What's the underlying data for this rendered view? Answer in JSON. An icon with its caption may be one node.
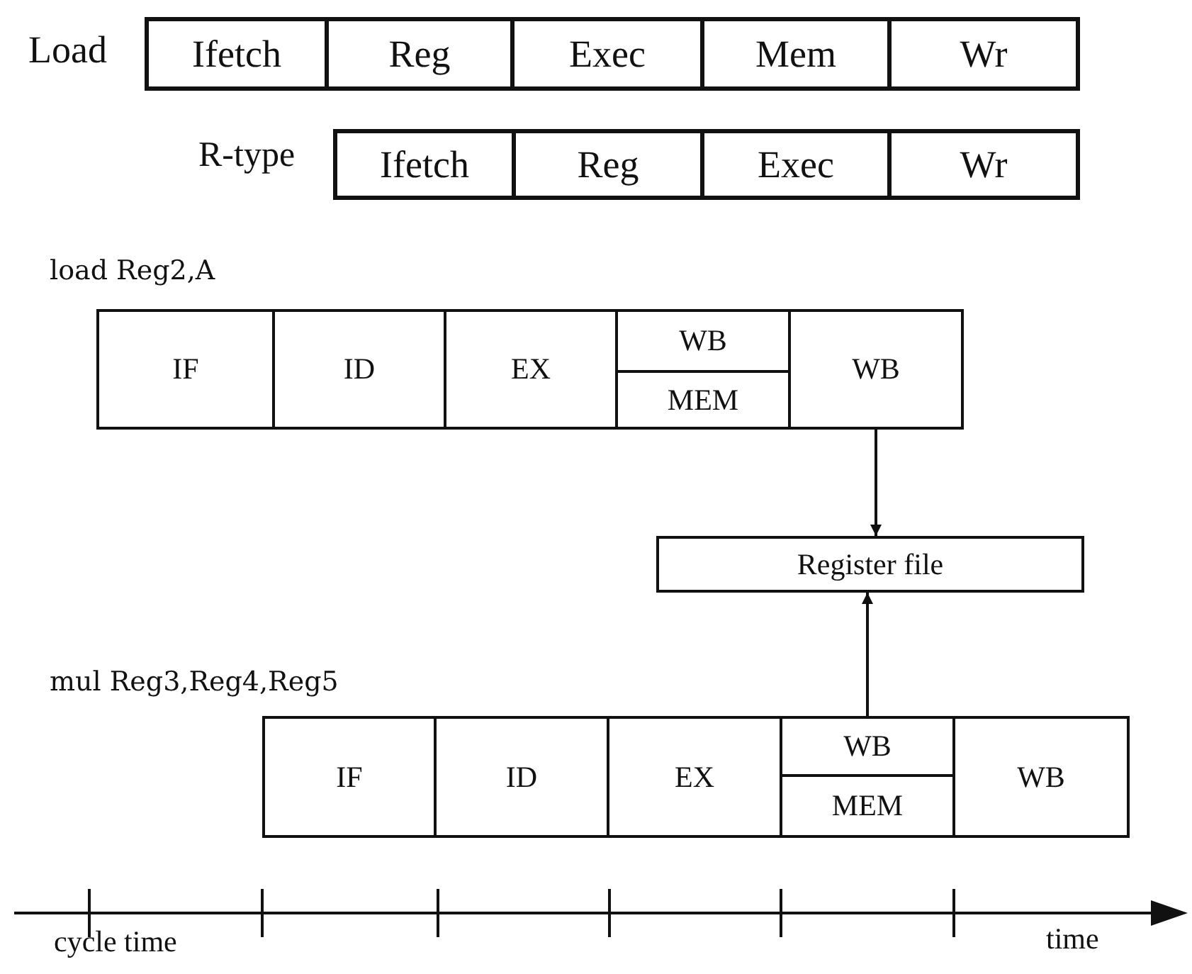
{
  "diagram": {
    "nodes": [
      {
        "text": [
          "Ifetch"
        ]
      },
      {
        "text": [
          "Reg"
        ]
      },
      {
        "text": [
          "Exec"
        ]
      },
      {
        "text": [
          "Mem"
        ]
      },
      {
        "text": [
          "Wr"
        ]
      },
      {
        "text": [
          "Ifetch"
        ]
      },
      {
        "text": [
          "Reg"
        ]
      },
      {
        "text": [
          "Exec"
        ]
      },
      {
        "text": [
          "Wr"
        ]
      },
      {
        "text": [
          "IF"
        ]
      },
      {
        "text": [
          "ID"
        ]
      },
      {
        "text": [
          "EX"
        ]
      },
      {
        "text": [
          "WB"
        ]
      },
      {
        "text": [
          "MEM"
        ]
      },
      {
        "text": [
          "WB"
        ]
      },
      {
        "text": [
          "Register file"
        ]
      },
      {
        "text": [
          "IF"
        ]
      },
      {
        "text": [
          "ID"
        ]
      },
      {
        "text": [
          "EX"
        ]
      },
      {
        "text": [
          "WB"
        ]
      },
      {
        "text": [
          "MEM"
        ]
      },
      {
        "text": [
          "WB"
        ]
      }
    ],
    "edges": [
      {
        "from": 14,
        "to": 15,
        "arrow": "to"
      },
      {
        "from": 19,
        "to": 15,
        "arrow": "to"
      }
    ],
    "labels": [
      "Load",
      "R-type",
      "load Reg2,A",
      "mul Reg3,Reg4,Reg5",
      "cycle time",
      "time"
    ]
  }
}
